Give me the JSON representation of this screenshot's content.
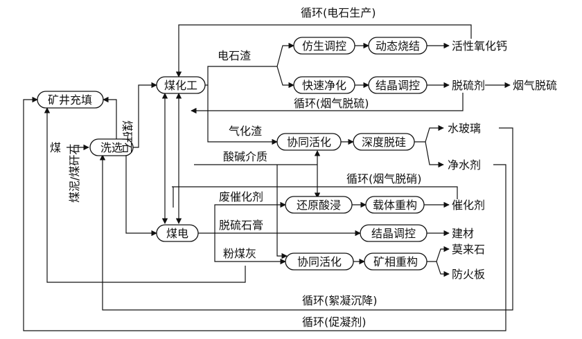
{
  "nodes": {
    "coal_chem": "煤化工",
    "mine_fill": "矿井充填",
    "wash": "洗选",
    "power": "煤电",
    "bionic": "仿生调控",
    "dynamic_sinter": "动态烧结",
    "fast_purify": "快速净化",
    "crystal_control_1": "结晶调控",
    "co_activate_1": "协同活化",
    "deep_desilicate": "深度脱硅",
    "reduce_leach": "还原酸浸",
    "carrier_rebuild": "载体重构",
    "crystal_control_2": "结晶调控",
    "co_activate_2": "协同活化",
    "mineral_rebuild": "矿相重构"
  },
  "labels": {
    "coal": "煤",
    "gangue_1": "煤矸石",
    "gangue_2": "煤泥/煤矸石",
    "carbide_slag": "电石渣",
    "gasification_slag": "气化渣",
    "acid_base": "酸碱介质",
    "spent_catalyst": "废催化剂",
    "fgd_gypsum": "脱硫石膏",
    "fly_ash": "粉煤灰",
    "active_cao": "活性氧化钙",
    "desulfurizer": "脱硫剂",
    "flue_desulf": "烟气脱硫",
    "water_glass": "水玻璃",
    "water_agent": "净水剂",
    "catalyst": "催化剂",
    "building": "建材",
    "mullite": "莫来石",
    "fireboard": "防火板"
  },
  "loops": {
    "carbide_prod": "循环(电石生产)",
    "flue_desulf": "循环(烟气脱硫)",
    "flue_denitr": "循环(烟气脱硝)",
    "flocculation": "循环(絮凝沉降)",
    "coagulant": "循环(促凝剂)"
  }
}
